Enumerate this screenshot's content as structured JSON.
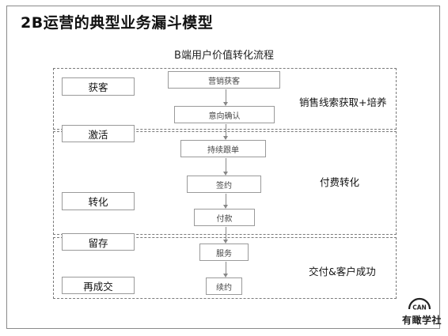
{
  "header": {
    "title": "2B运营的典型业务漏斗模型",
    "subtitle": "B端用户价值转化流程"
  },
  "stages": {
    "acquire": "获客",
    "activate": "激活",
    "convert": "转化",
    "retain": "留存",
    "repurchase": "再成交"
  },
  "steps": {
    "marketing": "营销获客",
    "intent": "意向确认",
    "followup": "持续跟单",
    "contract": "签约",
    "payment": "付款",
    "service": "服务",
    "renewal": "续约"
  },
  "zones": {
    "leads": "销售线索获取+培养",
    "paid": "付费转化",
    "delivery": "交付&客户成功"
  },
  "logo": {
    "badge": "CAN",
    "wordmark": "有瞰学社"
  }
}
